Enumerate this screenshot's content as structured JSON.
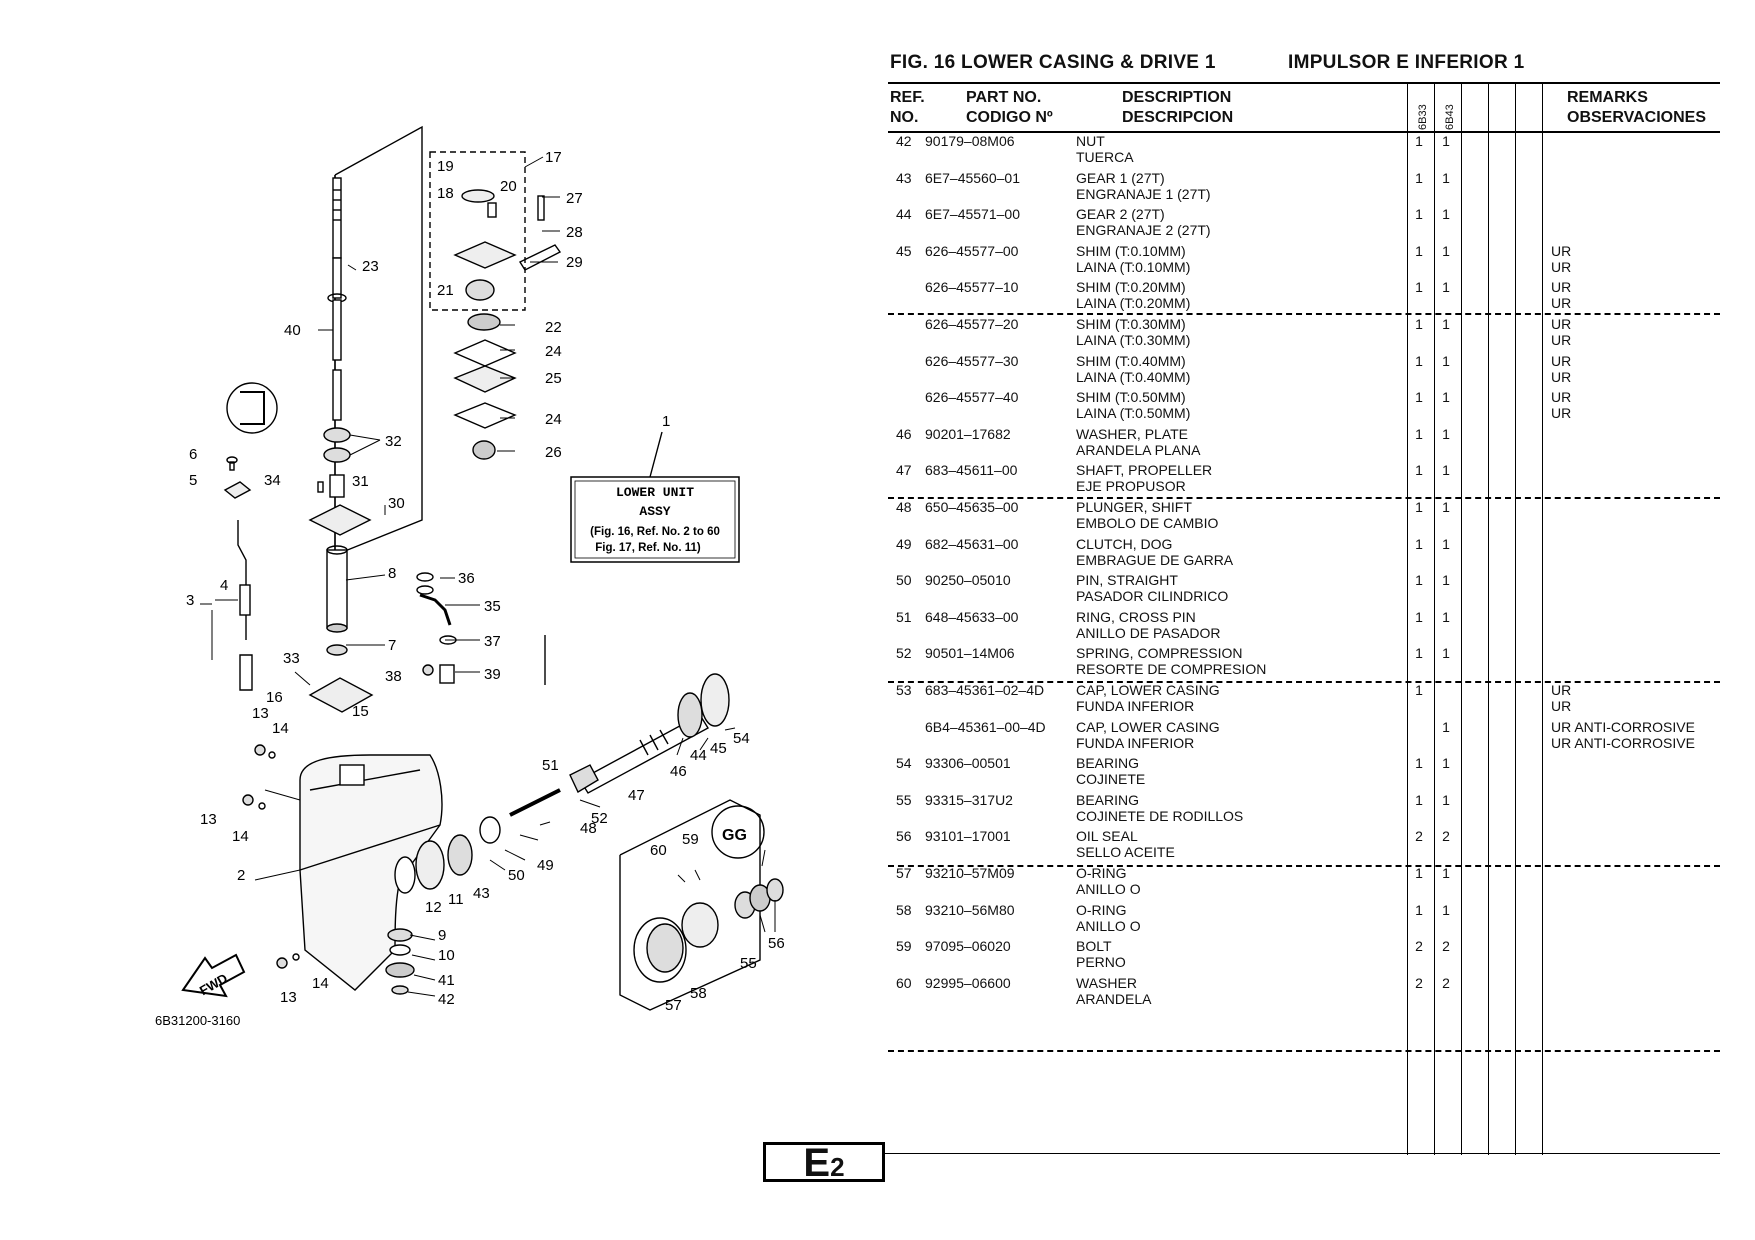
{
  "figure": {
    "title_en": "FIG.  16   LOWER CASING & DRIVE 1",
    "title_es": "IMPULSOR E INFERIOR 1",
    "page_code": "E",
    "page_number": "2",
    "drawing_code": "6B31200-3160"
  },
  "table_header": {
    "ref_1": "REF.",
    "ref_2": "NO.",
    "part_1": "PART NO.",
    "part_2": "CODIGO Nº",
    "desc_1": "DESCRIPTION",
    "desc_2": "DESCRIPCION",
    "model_1": "6B33",
    "model_2": "6B43",
    "remarks_1": "REMARKS",
    "remarks_2": "OBSERVACIONES"
  },
  "rows": [
    {
      "ref": "42",
      "part": "90179–08M06",
      "desc_en": "NUT",
      "desc_es": "TUERCA",
      "q1": "1",
      "q2": "1",
      "rem1": "",
      "rem2": ""
    },
    {
      "ref": "43",
      "part": "6E7–45560–01",
      "desc_en": "GEAR 1 (27T)",
      "desc_es": "ENGRANAJE 1 (27T)",
      "q1": "1",
      "q2": "1",
      "rem1": "",
      "rem2": ""
    },
    {
      "ref": "44",
      "part": "6E7–45571–00",
      "desc_en": "GEAR 2 (27T)",
      "desc_es": "ENGRANAJE 2 (27T)",
      "q1": "1",
      "q2": "1",
      "rem1": "",
      "rem2": ""
    },
    {
      "ref": "45",
      "part": "626–45577–00",
      "desc_en": "SHIM (T:0.10MM)",
      "desc_es": "LAINA (T:0.10MM)",
      "q1": "1",
      "q2": "1",
      "rem1": "UR",
      "rem2": "UR"
    },
    {
      "ref": "",
      "part": "626–45577–10",
      "desc_en": "SHIM (T:0.20MM)",
      "desc_es": "LAINA (T:0.20MM)",
      "q1": "1",
      "q2": "1",
      "rem1": "UR",
      "rem2": "UR"
    },
    {
      "ref": "",
      "part": "626–45577–20",
      "desc_en": "SHIM (T:0.30MM)",
      "desc_es": "LAINA (T:0.30MM)",
      "q1": "1",
      "q2": "1",
      "rem1": "UR",
      "rem2": "UR"
    },
    {
      "ref": "",
      "part": "626–45577–30",
      "desc_en": "SHIM (T:0.40MM)",
      "desc_es": "LAINA (T:0.40MM)",
      "q1": "1",
      "q2": "1",
      "rem1": "UR",
      "rem2": "UR"
    },
    {
      "ref": "",
      "part": "626–45577–40",
      "desc_en": "SHIM (T:0.50MM)",
      "desc_es": "LAINA (T:0.50MM)",
      "q1": "1",
      "q2": "1",
      "rem1": "UR",
      "rem2": "UR"
    },
    {
      "ref": "46",
      "part": "90201–17682",
      "desc_en": "WASHER, PLATE",
      "desc_es": "ARANDELA PLANA",
      "q1": "1",
      "q2": "1",
      "rem1": "",
      "rem2": ""
    },
    {
      "ref": "47",
      "part": "683–45611–00",
      "desc_en": "SHAFT, PROPELLER",
      "desc_es": "EJE PROPUSOR",
      "q1": "1",
      "q2": "1",
      "rem1": "",
      "rem2": ""
    },
    {
      "ref": "48",
      "part": "650–45635–00",
      "desc_en": "PLUNGER, SHIFT",
      "desc_es": "EMBOLO DE CAMBIO",
      "q1": "1",
      "q2": "1",
      "rem1": "",
      "rem2": ""
    },
    {
      "ref": "49",
      "part": "682–45631–00",
      "desc_en": "CLUTCH, DOG",
      "desc_es": "EMBRAGUE DE GARRA",
      "q1": "1",
      "q2": "1",
      "rem1": "",
      "rem2": ""
    },
    {
      "ref": "50",
      "part": "90250–05010",
      "desc_en": "PIN, STRAIGHT",
      "desc_es": "PASADOR CILINDRICO",
      "q1": "1",
      "q2": "1",
      "rem1": "",
      "rem2": ""
    },
    {
      "ref": "51",
      "part": "648–45633–00",
      "desc_en": "RING, CROSS PIN",
      "desc_es": "ANILLO DE PASADOR",
      "q1": "1",
      "q2": "1",
      "rem1": "",
      "rem2": ""
    },
    {
      "ref": "52",
      "part": "90501–14M06",
      "desc_en": "SPRING, COMPRESSION",
      "desc_es": "RESORTE  DE COMPRESION",
      "q1": "1",
      "q2": "1",
      "rem1": "",
      "rem2": ""
    },
    {
      "ref": "53",
      "part": "683–45361–02–4D",
      "desc_en": "CAP, LOWER CASING",
      "desc_es": "FUNDA INFERIOR",
      "q1": "1",
      "q2": "",
      "rem1": "UR",
      "rem2": "UR"
    },
    {
      "ref": "",
      "part": "6B4–45361–00–4D",
      "desc_en": "CAP, LOWER CASING",
      "desc_es": "FUNDA INFERIOR",
      "q1": "",
      "q2": "1",
      "rem1": "UR ANTI-CORROSIVE",
      "rem2": "UR ANTI-CORROSIVE"
    },
    {
      "ref": "54",
      "part": "93306–00501",
      "desc_en": "BEARING",
      "desc_es": "COJINETE",
      "q1": "1",
      "q2": "1",
      "rem1": "",
      "rem2": ""
    },
    {
      "ref": "55",
      "part": "93315–317U2",
      "desc_en": "BEARING",
      "desc_es": "COJINETE DE RODILLOS",
      "q1": "1",
      "q2": "1",
      "rem1": "",
      "rem2": ""
    },
    {
      "ref": "56",
      "part": "93101–17001",
      "desc_en": "OIL SEAL",
      "desc_es": "SELLO ACEITE",
      "q1": "2",
      "q2": "2",
      "rem1": "",
      "rem2": ""
    },
    {
      "ref": "57",
      "part": "93210–57M09",
      "desc_en": "O-RING",
      "desc_es": "ANILLO O",
      "q1": "1",
      "q2": "1",
      "rem1": "",
      "rem2": ""
    },
    {
      "ref": "58",
      "part": "93210–56M80",
      "desc_en": "O-RING",
      "desc_es": "ANILLO O",
      "q1": "1",
      "q2": "1",
      "rem1": "",
      "rem2": ""
    },
    {
      "ref": "59",
      "part": "97095–06020",
      "desc_en": "BOLT",
      "desc_es": "PERNO",
      "q1": "2",
      "q2": "2",
      "rem1": "",
      "rem2": ""
    },
    {
      "ref": "60",
      "part": "92995–06600",
      "desc_en": "WASHER",
      "desc_es": "ARANDELA",
      "q1": "2",
      "q2": "2",
      "rem1": "",
      "rem2": ""
    }
  ],
  "callouts": {
    "assy_1": "LOWER UNIT",
    "assy_2": "ASSY",
    "assy_3": "(Fig. 16, Ref. No. 2 to 60",
    "assy_4": "Fig. 17, Ref. No. 11)",
    "fwd": "FWD",
    "labels": [
      "1",
      "2",
      "3",
      "4",
      "5",
      "6",
      "7",
      "8",
      "9",
      "10",
      "11",
      "12",
      "13",
      "13",
      "13",
      "14",
      "14",
      "14",
      "15",
      "16",
      "17",
      "18",
      "19",
      "20",
      "21",
      "22",
      "23",
      "24",
      "24",
      "25",
      "26",
      "27",
      "28",
      "29",
      "30",
      "31",
      "32",
      "33",
      "34",
      "35",
      "36",
      "37",
      "38",
      "39",
      "40",
      "41",
      "42",
      "43",
      "44",
      "45",
      "46",
      "47",
      "48",
      "49",
      "50",
      "51",
      "52",
      "54",
      "55",
      "56",
      "57",
      "58",
      "59",
      "60"
    ]
  }
}
